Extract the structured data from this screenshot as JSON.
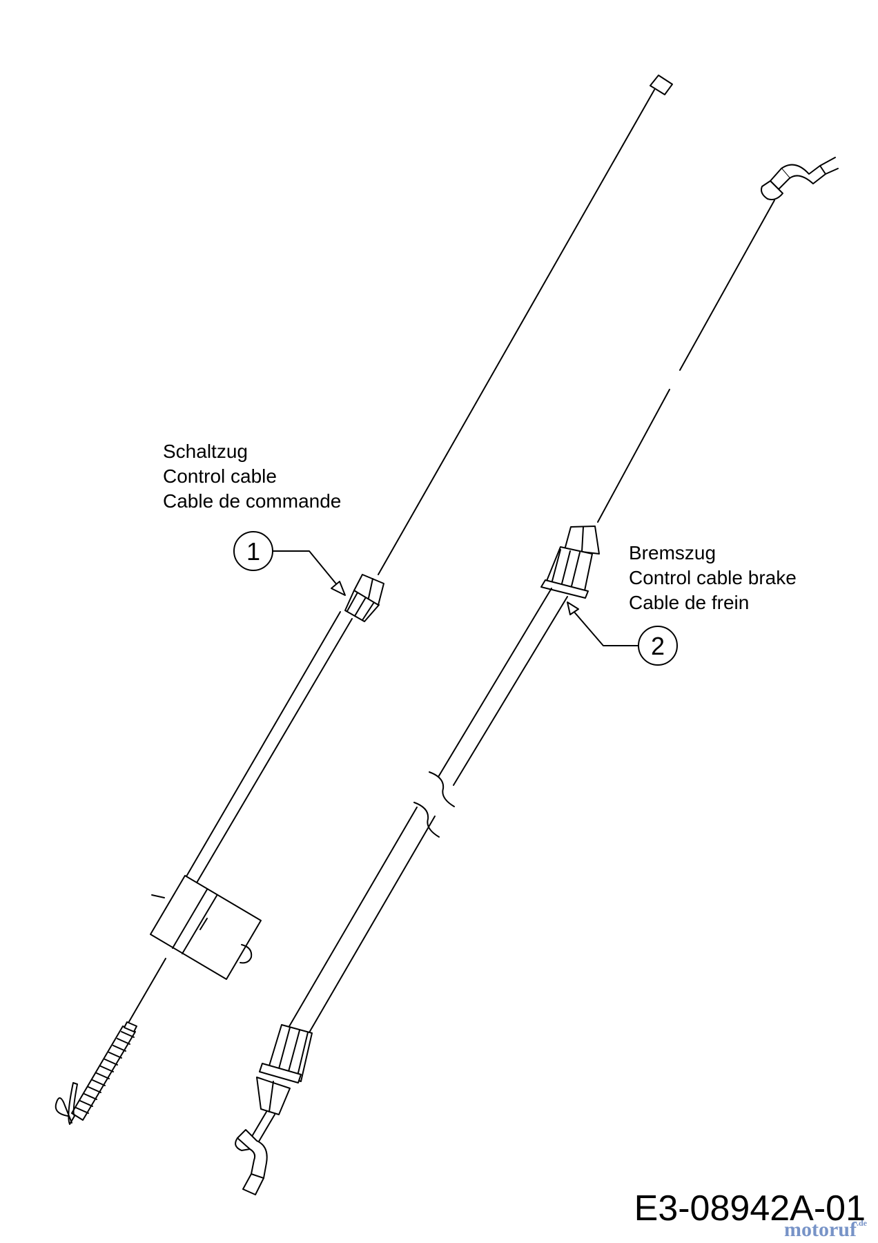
{
  "cable_1": {
    "callout": "1",
    "labels": [
      "Schaltzug",
      "Control cable",
      "Cable de commande"
    ]
  },
  "cable_2": {
    "callout": "2",
    "labels": [
      "Bremszug",
      "Control cable brake",
      "Cable de frein"
    ]
  },
  "drawing_number": "E3-08942A-01",
  "watermark": {
    "text": "motoruf",
    "tld": ".de"
  },
  "colors": {
    "line": "#000000",
    "background": "#ffffff",
    "watermark": "#4a6fb5"
  }
}
